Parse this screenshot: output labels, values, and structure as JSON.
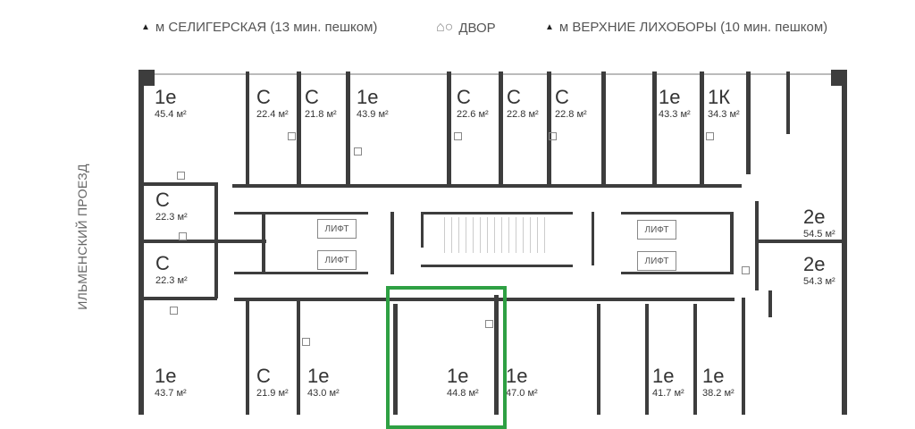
{
  "header": {
    "metro_left": "м СЕЛИГЕРСКАЯ (13 мин. пешком)",
    "yard": "ДВОР",
    "metro_right": "м ВЕРХНИЕ ЛИХОБОРЫ (10 мин. пешком)"
  },
  "street": "ИЛЬМЕНСКИЙ ПРОЕЗД",
  "lift_label": "ЛИФТ",
  "accent_color": "#2ea043",
  "units": [
    {
      "type": "1е",
      "area": "45.4 м²"
    },
    {
      "type": "С",
      "area": "22.4 м²"
    },
    {
      "type": "С",
      "area": "21.8 м²"
    },
    {
      "type": "1е",
      "area": "43.9 м²"
    },
    {
      "type": "С",
      "area": "22.6 м²"
    },
    {
      "type": "С",
      "area": "22.8 м²"
    },
    {
      "type": "С",
      "area": "22.8 м²"
    },
    {
      "type": "1е",
      "area": "43.3 м²"
    },
    {
      "type": "1К",
      "area": "34.3 м²"
    },
    {
      "type": "С",
      "area": "22.3 м²"
    },
    {
      "type": "С",
      "area": "22.3 м²"
    },
    {
      "type": "2е",
      "area": "54.5 м²"
    },
    {
      "type": "2е",
      "area": "54.3 м²"
    },
    {
      "type": "1е",
      "area": "43.7 м²"
    },
    {
      "type": "С",
      "area": "21.9 м²"
    },
    {
      "type": "1е",
      "area": "43.0 м²"
    },
    {
      "type": "1е",
      "area": "44.8 м²"
    },
    {
      "type": "1е",
      "area": "47.0 м²"
    },
    {
      "type": "1е",
      "area": "41.7 м²"
    },
    {
      "type": "1е",
      "area": "38.2 м²"
    }
  ]
}
